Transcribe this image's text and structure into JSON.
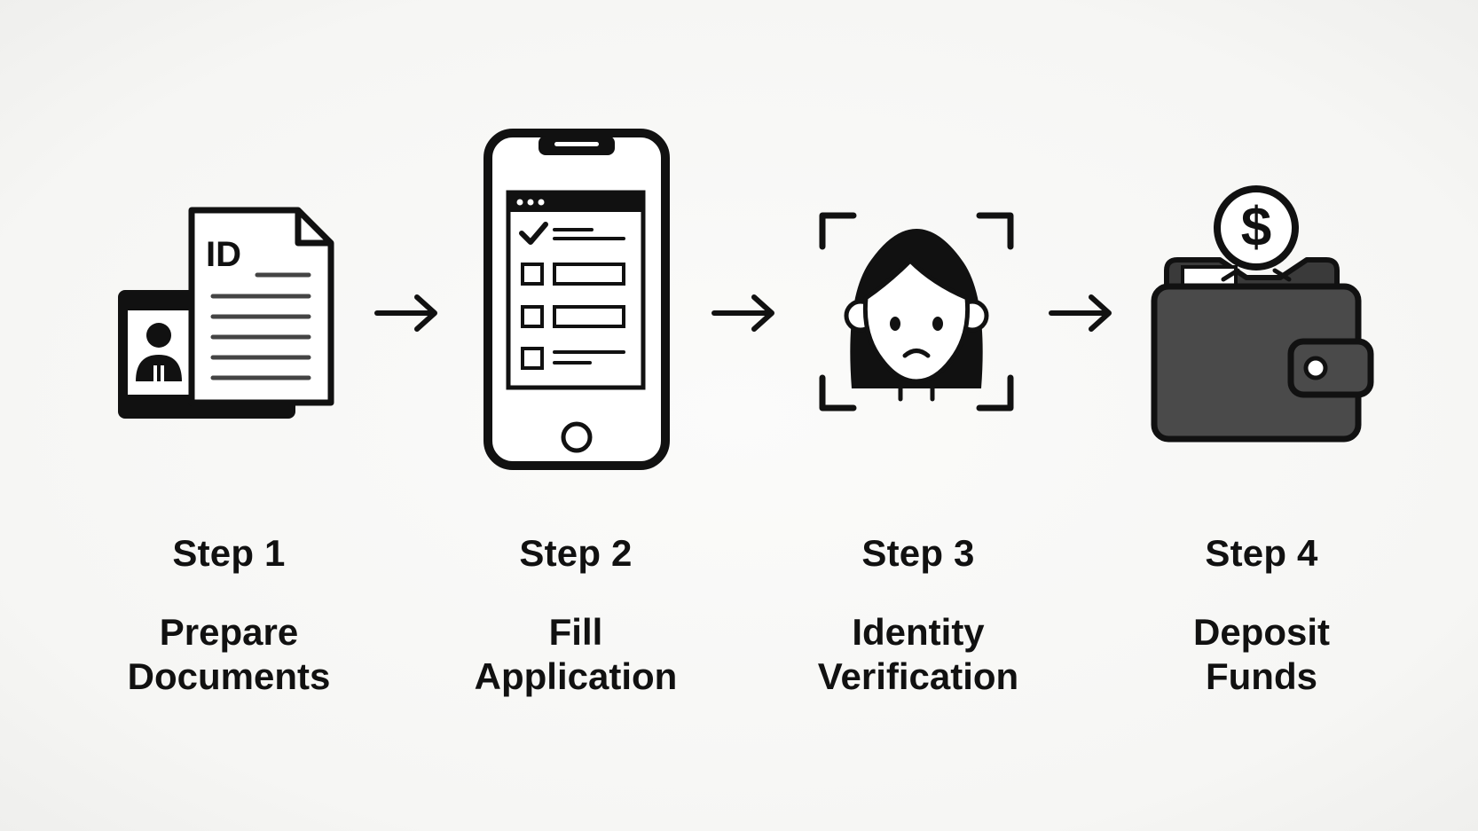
{
  "icons": {
    "documents": "id-documents-icon",
    "phone": "phone-checklist-icon",
    "face": "face-scan-icon",
    "wallet": "wallet-dollar-icon"
  },
  "id_card_label": "ID",
  "currency_symbol": "$",
  "colors": {
    "ink": "#111111",
    "wallet": "#4a4a4a",
    "background": "#f7f7f5"
  },
  "steps": [
    {
      "number": "Step 1",
      "title": "Prepare\nDocuments"
    },
    {
      "number": "Step 2",
      "title": "Fill\nApplication"
    },
    {
      "number": "Step 3",
      "title": "Identity\nVerification"
    },
    {
      "number": "Step 4",
      "title": "Deposit\nFunds"
    }
  ]
}
